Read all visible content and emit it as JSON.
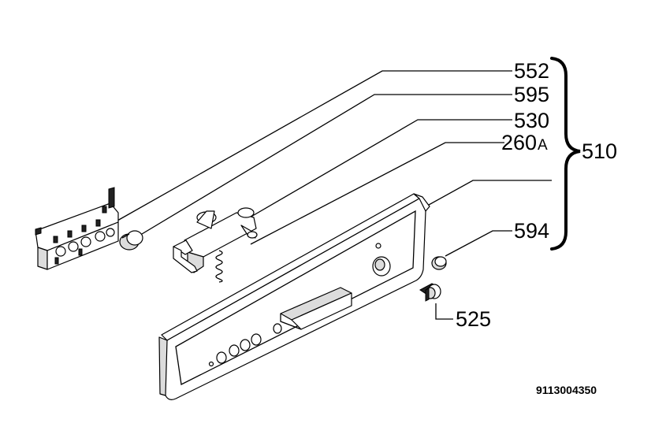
{
  "callouts": {
    "c552": "552",
    "c595": "595",
    "c530": "530",
    "c260": "260",
    "c260_suffix": "A",
    "c594": "594",
    "c525": "525",
    "c510": "510"
  },
  "document_number": "9113004350",
  "parts": [
    {
      "id": "552",
      "icon": "pcb-board-icon"
    },
    {
      "id": "595",
      "icon": "button-cap-icon"
    },
    {
      "id": "530",
      "icon": "handle-bracket-icon"
    },
    {
      "id": "260A",
      "icon": "control-panel-icon"
    },
    {
      "id": "594",
      "icon": "knob-cap-icon"
    },
    {
      "id": "525",
      "icon": "knob-icon"
    }
  ]
}
